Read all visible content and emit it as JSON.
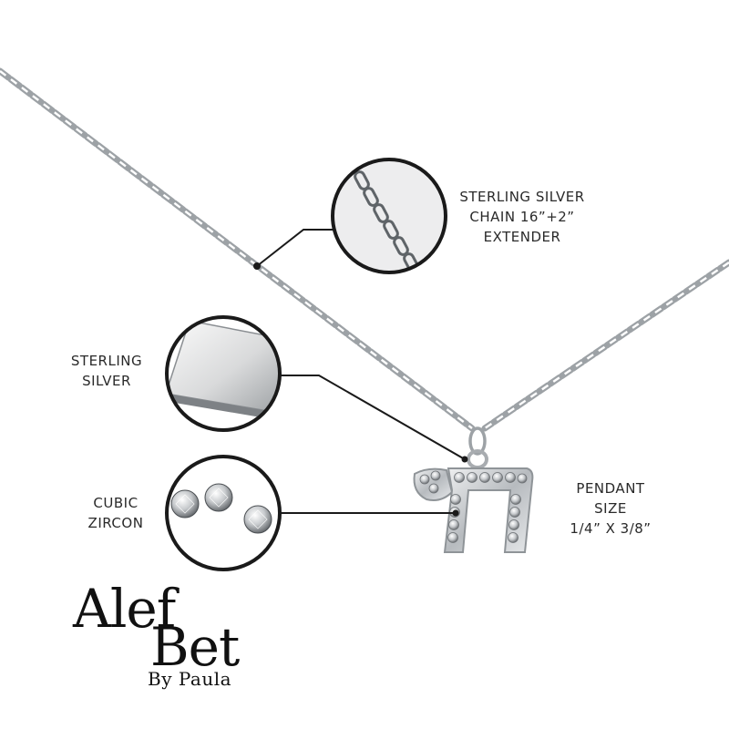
{
  "callouts": {
    "chain": {
      "line1": "STERLING SILVER",
      "line2": "CHAIN 16”+2”",
      "line3": "EXTENDER"
    },
    "silver": {
      "line1": "STERLING",
      "line2": "SILVER"
    },
    "zircon": {
      "line1": "CUBIC",
      "line2": "ZIRCON"
    },
    "pendant": {
      "line1": "PENDANT",
      "line2": "SIZE",
      "line3": "1/4”  X  3/8”"
    }
  },
  "logo": {
    "line1": "Alef",
    "line2": "Bet",
    "line3": "By Paula"
  },
  "colors": {
    "background": "#ffffff",
    "ring": "#1a1a1a",
    "text": "#2a2a2a",
    "silver": "#bfc3c7"
  }
}
